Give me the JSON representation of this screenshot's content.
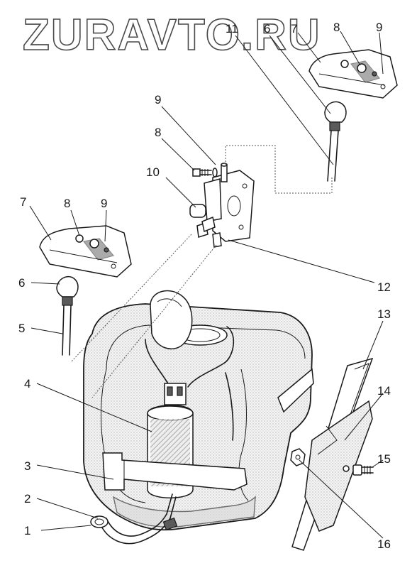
{
  "watermark": "ZURAVTO.RU",
  "callouts": {
    "n1": "1",
    "n2": "2",
    "n3": "3",
    "n4": "4",
    "n5": "5",
    "n6_left": "6",
    "n6_top": "6",
    "n7_left": "7",
    "n7_top": "7",
    "n8_left": "8",
    "n8_mid": "8",
    "n8_top": "8",
    "n9_left": "9",
    "n9_mid": "9",
    "n9_top": "9",
    "n10": "10",
    "n11": "11",
    "n12": "12",
    "n13": "13",
    "n14": "14",
    "n15": "15",
    "n16": "16"
  }
}
